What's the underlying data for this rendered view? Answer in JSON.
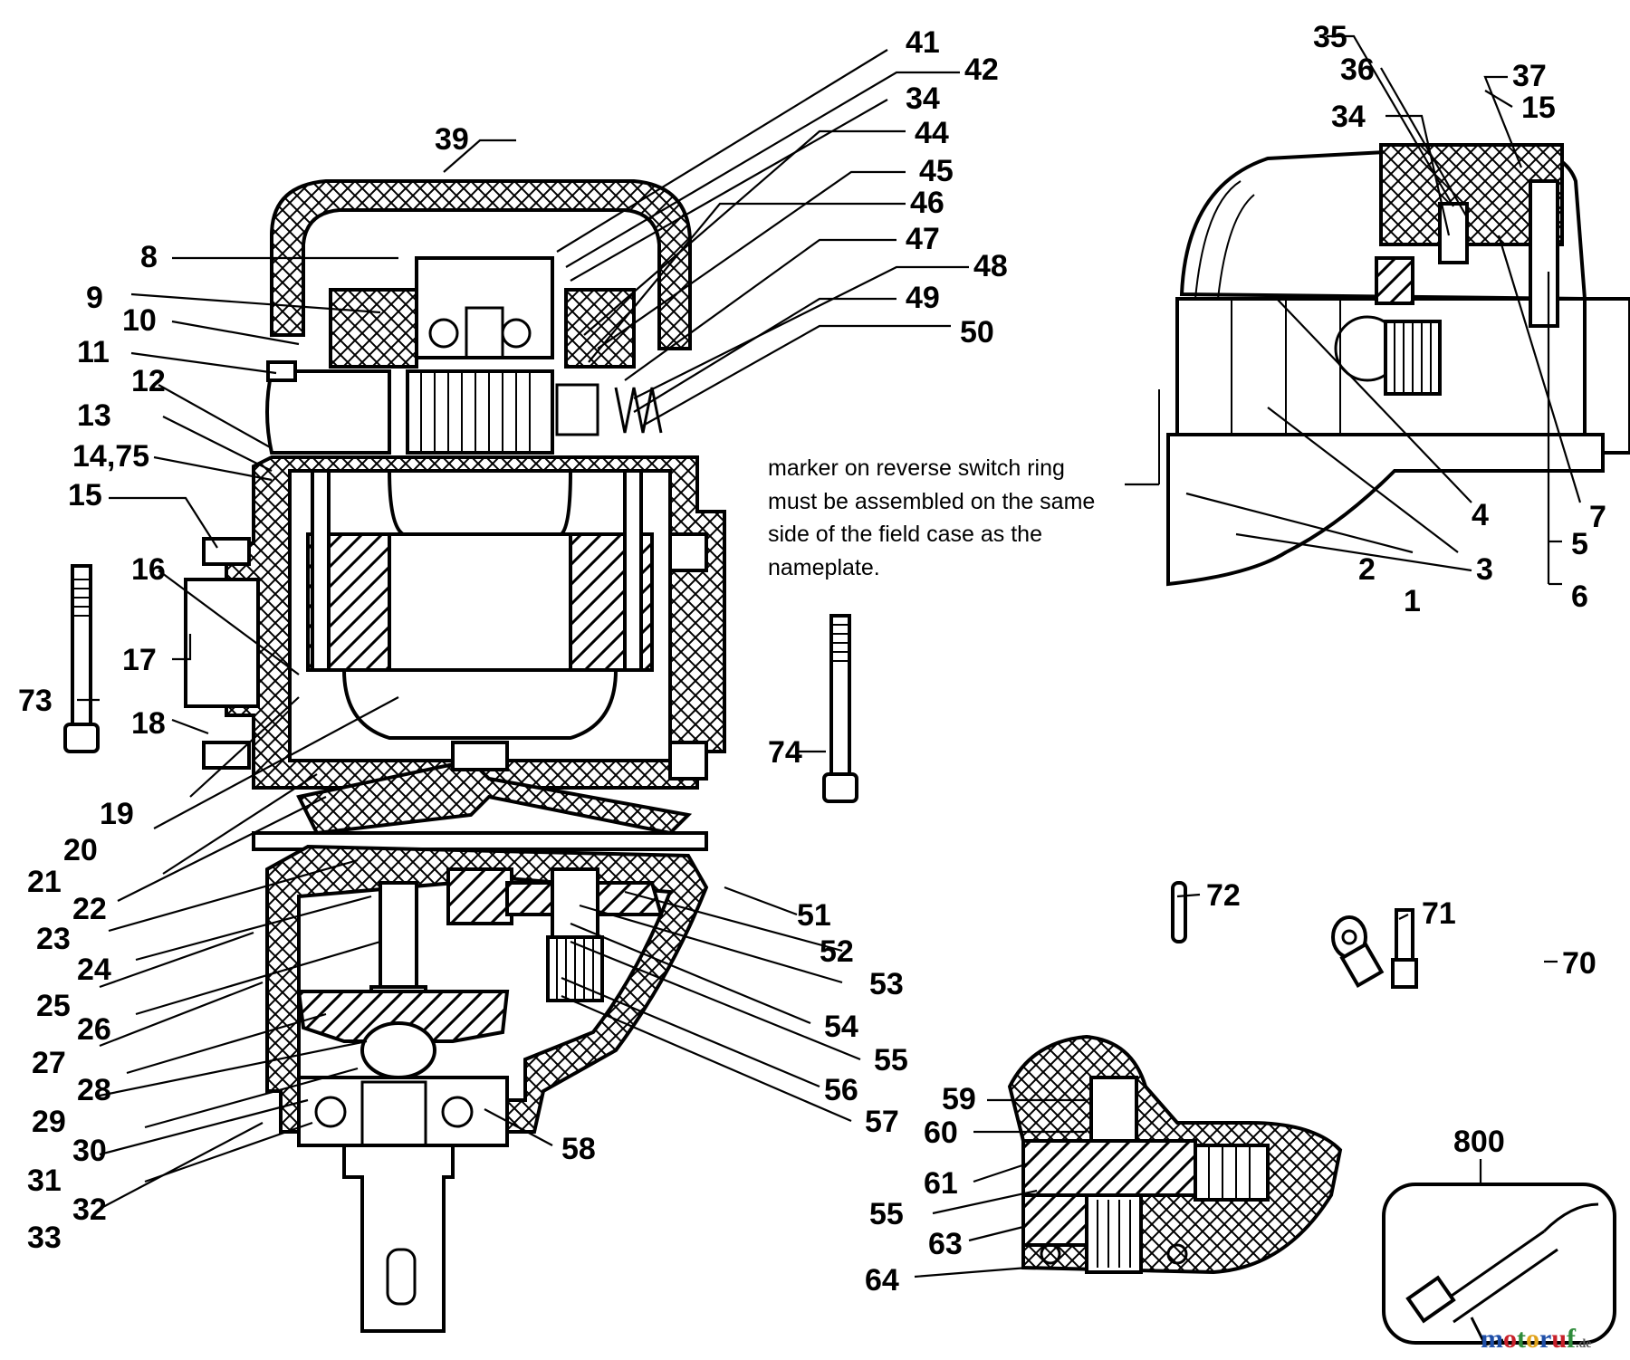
{
  "note": {
    "lines": [
      "marker on reverse switch ring",
      "must be assembled on the same",
      "side of the field case as the",
      "nameplate."
    ]
  },
  "labels": {
    "l41": "41",
    "l42": "42",
    "l34a": "34",
    "l44": "44",
    "l45": "45",
    "l46": "46",
    "l47": "47",
    "l48": "48",
    "l49": "49",
    "l50": "50",
    "l39": "39",
    "l8": "8",
    "l9": "9",
    "l10": "10",
    "l11": "11",
    "l12": "12",
    "l13": "13",
    "l1475": "14,75",
    "l15a": "15",
    "l16": "16",
    "l17": "17",
    "l18": "18",
    "l19": "19",
    "l20": "20",
    "l21": "21",
    "l22": "22",
    "l23": "23",
    "l24": "24",
    "l25": "25",
    "l26": "26",
    "l27": "27",
    "l28": "28",
    "l29": "29",
    "l30": "30",
    "l31": "31",
    "l32": "32",
    "l33": "33",
    "l73": "73",
    "l74": "74",
    "l51": "51",
    "l52": "52",
    "l53": "53",
    "l54": "54",
    "l55a": "55",
    "l56": "56",
    "l57": "57",
    "l58": "58",
    "l35": "35",
    "l36": "36",
    "l34b": "34",
    "l37": "37",
    "l15b": "15",
    "l4": "4",
    "l3": "3",
    "l2": "2",
    "l1": "1",
    "l5": "5",
    "l6": "6",
    "l7": "7",
    "l72": "72",
    "l71": "71",
    "l70": "70",
    "l59": "59",
    "l60": "60",
    "l61": "61",
    "l55b": "55",
    "l63": "63",
    "l64": "64",
    "l800": "800"
  },
  "brand": {
    "name": "motoruf",
    "suffix": ".de",
    "colors": {
      "m": "#1f4fa8",
      "o1": "#c8202a",
      "t": "#2e8b3a",
      "o2": "#e0a21a",
      "r": "#1f4fa8",
      "u": "#c8202a",
      "f": "#2e8b3a"
    }
  }
}
